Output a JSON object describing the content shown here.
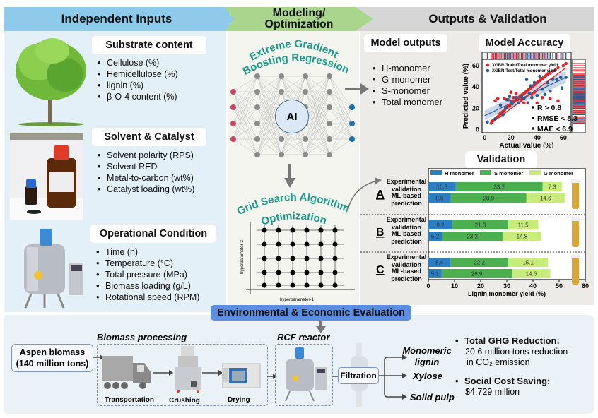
{
  "header": {
    "left": "Independent Inputs",
    "middle_line1": "Modeling/",
    "middle_line2": "Optimization",
    "right": "Outputs & Validation"
  },
  "inputs": {
    "substrate": {
      "title": "Substrate content",
      "items": [
        "Cellulose (%)",
        "Hemicellulose (%)",
        "lignin (%)",
        "β-O-4 content (%)"
      ],
      "icon": "tree-icon"
    },
    "solvent": {
      "title": "Solvent & Catalyst",
      "items": [
        "Solvent polarity (RPS)",
        "Solvent RED",
        "Metal-to-carbon (wt%)",
        "Catalyst loading (wt%)"
      ],
      "icon": "reagent-bottles-icon"
    },
    "operational": {
      "title": "Operational Condition",
      "items": [
        "Time (h)",
        "Temperature (°C)",
        "Total pressure (MPa)",
        "Biomass loading (g/L)",
        "Rotational speed (RPM)"
      ],
      "icon": "reactor-icon"
    }
  },
  "modeling": {
    "xgb_line1": "Extreme Gradient",
    "xgb_line2": "Boosting Regression",
    "ai_label": "AI",
    "grid_line1": "Grid Search Algorithm",
    "grid_line2": "Optimization",
    "grid_xlabel": "hyperparameter-1",
    "grid_ylabel": "hyperparameter-2",
    "colors": {
      "input_node": "#cc4466",
      "hidden_node": "#8a8a8a",
      "output_node": "#1f6fae",
      "title": "#1a9a8a"
    }
  },
  "outputs": {
    "model_outputs_title": "Model outputs",
    "model_outputs_items": [
      "H-monomer",
      "G-monomer",
      "S-monomer",
      "Total monomer"
    ],
    "accuracy_title": "Model Accuracy",
    "validation_title": "Validation"
  },
  "chart_data": [
    {
      "type": "scatter",
      "title": "Model Accuracy",
      "xlabel": "Actual value (%)",
      "ylabel": "Predicted value (%)",
      "xlim": [
        -2,
        66
      ],
      "ylim": [
        -3,
        66
      ],
      "xticks": [
        "0",
        "20",
        "40",
        "60"
      ],
      "yticks": [
        "0",
        "20",
        "40",
        "60"
      ],
      "legend": [
        "XGBR-Train/Total monomer yield",
        "XGBR-Test/Total monomer yield"
      ],
      "legend_position": "top-left",
      "annotations": [
        "R > 0.8",
        "RMSE < 8.3",
        "MAE < 6.9"
      ],
      "series": [
        {
          "name": "XGBR-Train/Total monomer yield",
          "color": "#e0262b",
          "points": [
            [
              5,
              6
            ],
            [
              6,
              8
            ],
            [
              7,
              9
            ],
            [
              8,
              10
            ],
            [
              9,
              11
            ],
            [
              10,
              12
            ],
            [
              11,
              14
            ],
            [
              12,
              15
            ],
            [
              13,
              16
            ],
            [
              14,
              17
            ],
            [
              15,
              18
            ],
            [
              16,
              20
            ],
            [
              17,
              21
            ],
            [
              18,
              22
            ],
            [
              19,
              22
            ],
            [
              20,
              24
            ],
            [
              21,
              25
            ],
            [
              22,
              26
            ],
            [
              23,
              27
            ],
            [
              24,
              28
            ],
            [
              25,
              28
            ],
            [
              26,
              30
            ],
            [
              27,
              31
            ],
            [
              28,
              32
            ],
            [
              29,
              33
            ],
            [
              30,
              34
            ],
            [
              31,
              35
            ],
            [
              32,
              36
            ],
            [
              33,
              37
            ],
            [
              34,
              38
            ],
            [
              35,
              39
            ],
            [
              36,
              40
            ],
            [
              37,
              41
            ],
            [
              38,
              42
            ],
            [
              39,
              43
            ],
            [
              40,
              44
            ],
            [
              41,
              45
            ],
            [
              42,
              46
            ],
            [
              43,
              47
            ],
            [
              44,
              48
            ],
            [
              45,
              49
            ],
            [
              46,
              50
            ],
            [
              47,
              51
            ],
            [
              48,
              52
            ],
            [
              50,
              53
            ],
            [
              52,
              55
            ],
            [
              54,
              56
            ],
            [
              56,
              58
            ],
            [
              60,
              60
            ],
            [
              62,
              62
            ],
            [
              8,
              27
            ],
            [
              10,
              29
            ],
            [
              15,
              29
            ],
            [
              20,
              35
            ],
            [
              24,
              34
            ],
            [
              30,
              25
            ],
            [
              40,
              25
            ],
            [
              44,
              30
            ],
            [
              50,
              29
            ],
            [
              56,
              27
            ],
            [
              36,
              33
            ],
            [
              38,
              35
            ],
            [
              28,
              28
            ],
            [
              18,
              28
            ],
            [
              22,
              30
            ]
          ]
        },
        {
          "name": "XGBR-Test/Total monomer yield",
          "color": "#2c5a94",
          "points": [
            [
              2,
              7
            ],
            [
              8,
              10
            ],
            [
              12,
              23
            ],
            [
              14,
              14
            ],
            [
              16,
              20
            ],
            [
              17,
              28
            ],
            [
              19,
              31
            ],
            [
              21,
              24
            ],
            [
              24,
              30
            ],
            [
              26,
              25
            ],
            [
              28,
              31
            ],
            [
              30,
              29
            ],
            [
              32,
              47
            ],
            [
              33,
              25
            ],
            [
              35,
              41
            ],
            [
              38,
              44
            ],
            [
              40,
              32
            ],
            [
              42,
              50
            ],
            [
              44,
              38
            ],
            [
              46,
              33
            ],
            [
              48,
              44
            ],
            [
              50,
              36
            ],
            [
              52,
              47
            ],
            [
              55,
              47
            ],
            [
              58,
              49
            ],
            [
              59,
              39
            ],
            [
              62,
              49
            ],
            [
              36,
              30
            ],
            [
              34,
              34
            ],
            [
              20,
              26
            ]
          ]
        }
      ]
    },
    {
      "type": "bar",
      "subtype": "stacked-horizontal",
      "title": "Validation",
      "xlabel": "Lignin monomer yield (%)",
      "xlim": [
        0,
        60
      ],
      "xticks": [
        "0",
        "10",
        "20",
        "30",
        "40",
        "50",
        "60"
      ],
      "legend_position": "top",
      "series_names": [
        "H monomer",
        "S monomer",
        "G monomer"
      ],
      "series_colors": [
        "#2a7fc1",
        "#4caf50",
        "#c8ec7a"
      ],
      "groups": [
        {
          "label": "A",
          "rows": [
            {
              "name": "Experimental validation",
              "values": [
                10.5,
                33.2,
                7.3
              ]
            },
            {
              "name": "ML-based prediction",
              "values": [
                8.6,
                28.9,
                14.6
              ]
            }
          ]
        },
        {
          "label": "B",
          "rows": [
            {
              "name": "Experimental validation",
              "values": [
                9.2,
                21.3,
                11.5
              ]
            },
            {
              "name": "ML-based prediction",
              "values": [
                5.2,
                23.2,
                14.8
              ]
            }
          ]
        },
        {
          "label": "C",
          "rows": [
            {
              "name": "Experimental validation",
              "values": [
                8.4,
                22.2,
                15.1
              ]
            },
            {
              "name": "ML-based prediction",
              "values": [
                5.1,
                26.9,
                14.6
              ]
            }
          ]
        }
      ]
    }
  ],
  "evaluation": {
    "banner": "Environmental & Economic Evaluation",
    "aspen_line1": "Aspen biomass",
    "aspen_line2": "(140 million tons)",
    "biomass_processing": "Biomass processing",
    "steps": [
      "Transportation",
      "Crushing",
      "Drying"
    ],
    "rcf_reactor": "RCF reactor",
    "filtration": "Filtration",
    "products": [
      "Monomeric",
      "lignin",
      "Xylose",
      "Solid pulp"
    ],
    "ghg_title": "Total GHG Reduction:",
    "ghg_line1": "20.6 million tons reduction",
    "ghg_line2": "in CO₂ emission",
    "cost_title": "Social Cost Saving:",
    "cost_value": "$4,729 million"
  }
}
